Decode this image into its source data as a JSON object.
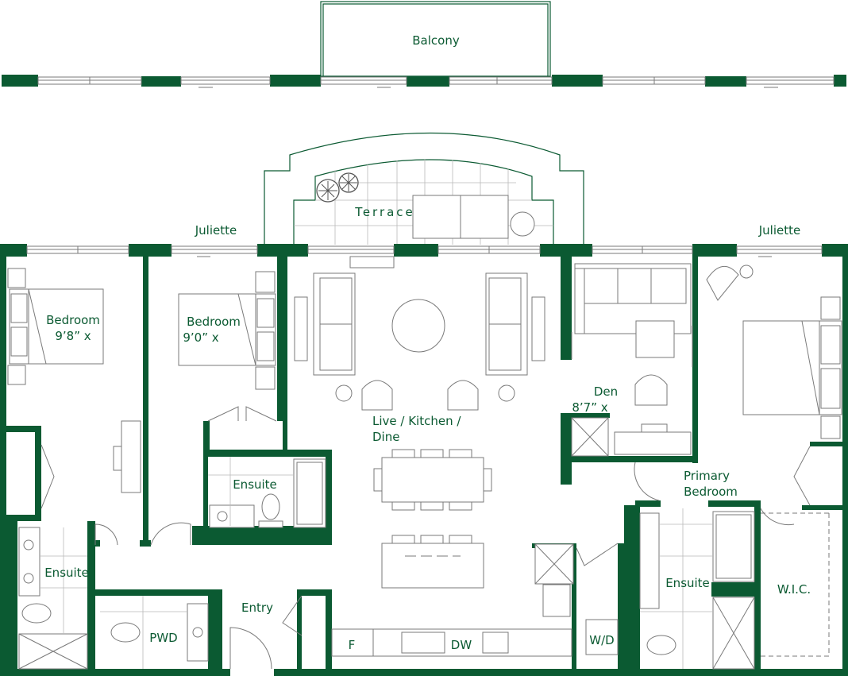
{
  "colors": {
    "wall": "#0b5a32",
    "fixture": "#7a7a7a",
    "background": "#ffffff"
  },
  "labels": {
    "balcony": "Balcony",
    "terrace": "Terrace",
    "juliette_left": "Juliette",
    "juliette_right": "Juliette",
    "bedroom1": "Bedroom",
    "bedroom1_dim": "9’8” x",
    "bedroom2": "Bedroom",
    "bedroom2_dim": "9’0” x",
    "living": "Live / Kitchen /",
    "living2": "Dine",
    "den": "Den",
    "den_dim": "8’7” x",
    "primary": "Primary",
    "primary2": "Bedroom",
    "ensuite_center": "Ensuite",
    "ensuite_left": "Ensuite",
    "ensuite_right": "Ensuite",
    "wic": "W.I.C.",
    "entry": "Entry",
    "pwd": "PWD",
    "fridge": "F",
    "dishwasher": "DW",
    "washer_dryer": "W/D"
  }
}
